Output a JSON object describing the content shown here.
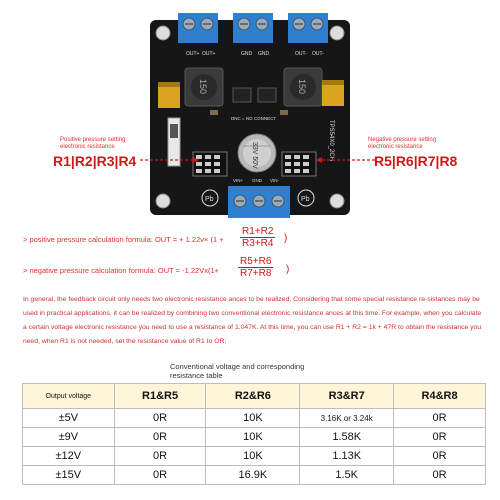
{
  "board": {
    "top_left_labels": [
      "OUT+",
      "OUT+"
    ],
    "top_mid_labels": [
      "GND",
      "GND"
    ],
    "top_right_labels": [
      "OUT-",
      "OUT-"
    ],
    "inductor_left": "150",
    "inductor_right": "150",
    "silkscreen_center": "DNC = NO CONNECT",
    "silkscreen_side": "TPS54X0_2CH",
    "capacitor_text": "33V 50V",
    "bottom_labels": [
      "VIN+",
      "GND",
      "VIN-"
    ],
    "pb_mark": "Pb"
  },
  "side": {
    "left_caption": "Positive pressure setting\nelectronic resistance",
    "left_labels": "R1|R2|R3|R4",
    "right_caption": "Negative pressure setting\nelectronic resistance",
    "right_labels": "R5|R6|R7|R8"
  },
  "formulas": {
    "positive_prefix": "> positive pressure calculation formula: OUT = + 1.22v× (1 +",
    "positive_num": "R1+R2",
    "positive_den": "R3+R4",
    "positive_close": ")",
    "negative_prefix": "> negative pressure calculation formula: OUT = -1.22Vx(1+",
    "negative_num": "R5+R6",
    "negative_den": "R7+R8",
    "negative_close": ")"
  },
  "paragraph": "In general, the feedback circuit only needs two electronic resistance ances to be realized. Considering that some special resistance re-sistances may be used in practical applications, it can be realized by combining two conventional electronic resistance ances at this time. For example, when you calculate a certain voltage electronic resistance you need to use a resistance of 1.047K. At this time, you can use R1 + R2 = 1k + 47R to obtain the resistance you need, when R1 is not needed, set the resistance value of R1 to OR;",
  "table": {
    "caption": "Conventional voltage and corresponding\nresistance table",
    "headers": [
      "Output voltage",
      "R1&R5",
      "R2&R6",
      "R3&R7",
      "R4&R8"
    ],
    "rows": [
      [
        "±5V",
        "0R",
        "10K",
        "3.16K or 3.24k",
        "0R"
      ],
      [
        "±9V",
        "0R",
        "10K",
        "1.58K",
        "0R"
      ],
      [
        "±12V",
        "0R",
        "10K",
        "1.13K",
        "0R"
      ],
      [
        "±15V",
        "0R",
        "16.9K",
        "1.5K",
        "0R"
      ]
    ]
  },
  "colors": {
    "accent_red": "#d01818",
    "header_bg": "#fff5d8",
    "pcb": "#161616",
    "terminal_blue": "#2f7fd0"
  }
}
